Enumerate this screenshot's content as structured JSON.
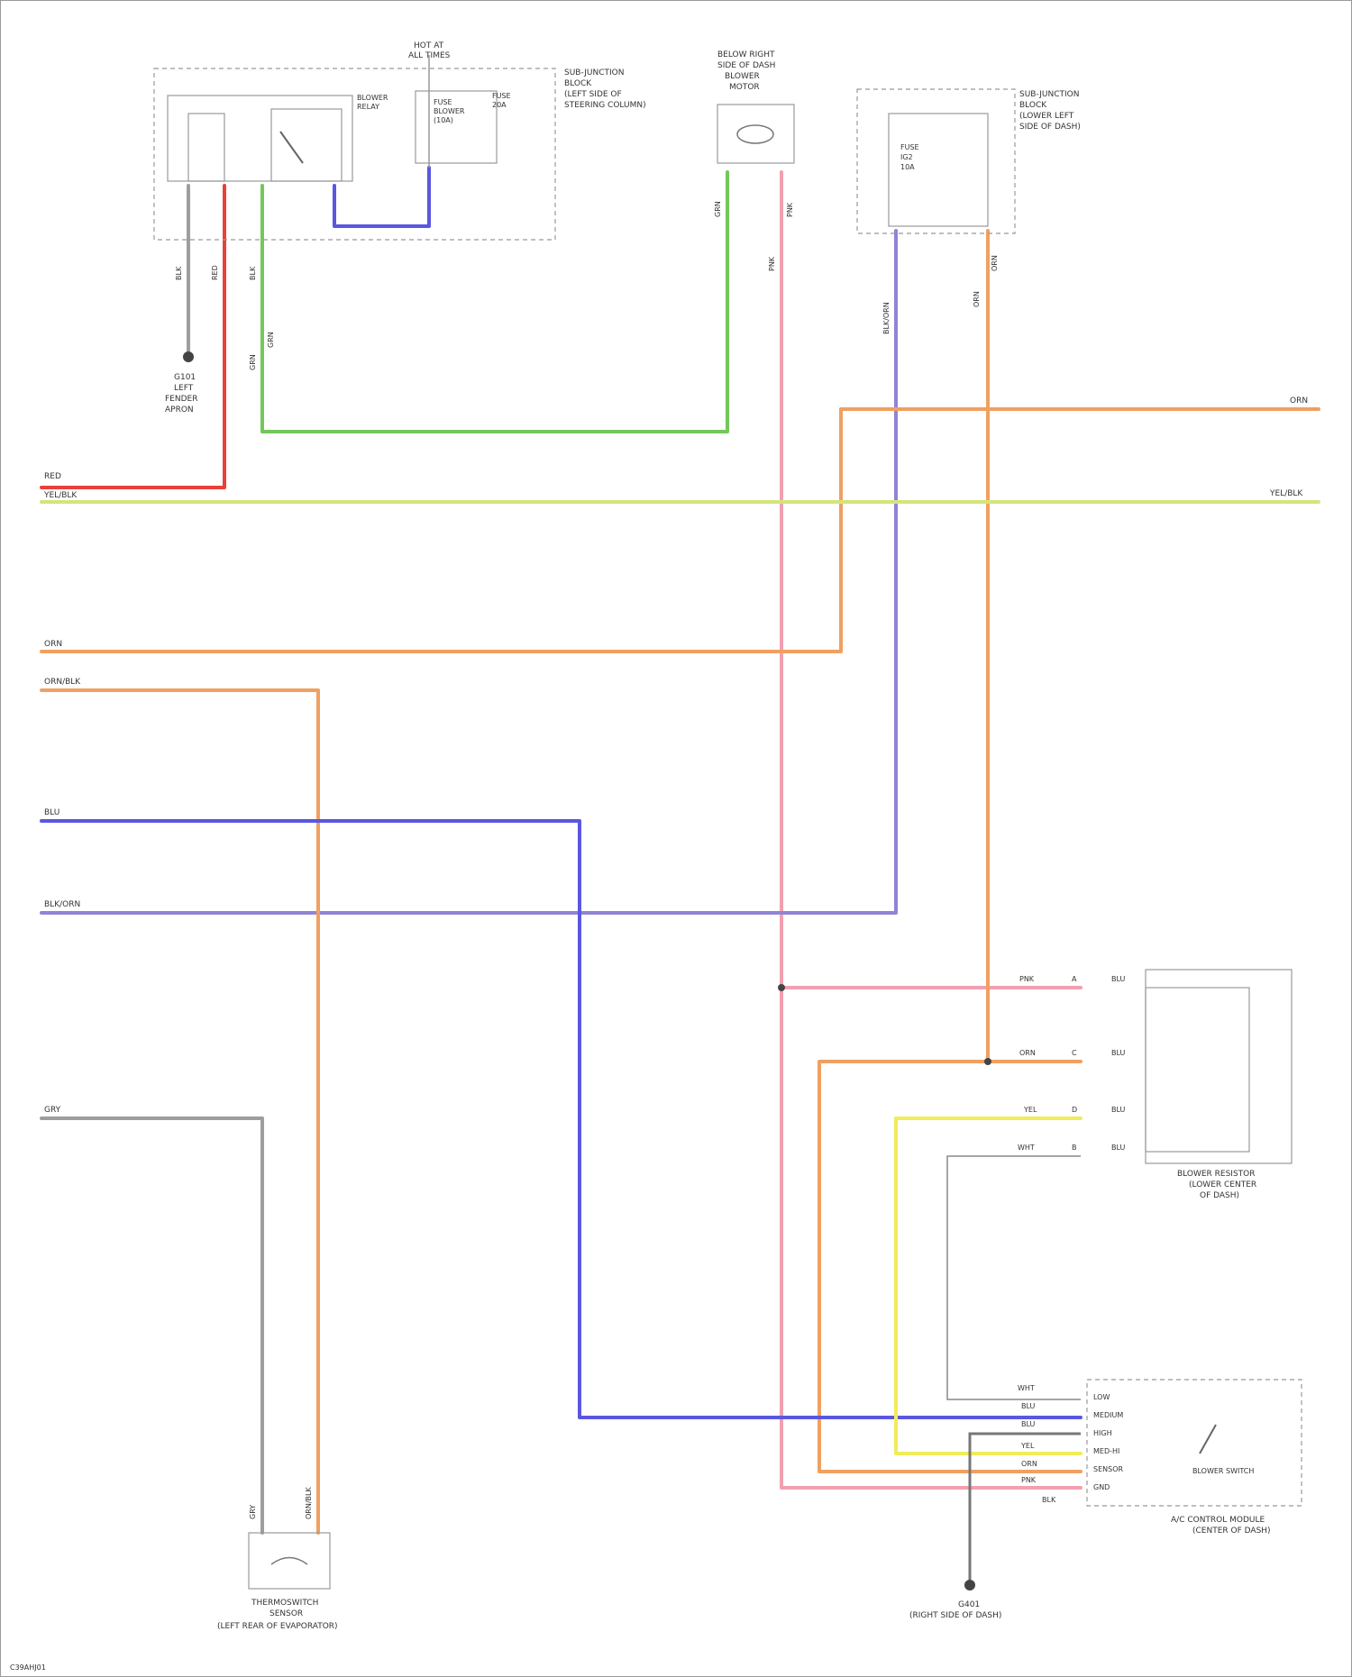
{
  "colors": {
    "red": "#e8413c",
    "gray": "#9e9e9e",
    "green": "#74c75a",
    "blue": "#5a57e0",
    "orange": "#f0a060",
    "pink": "#f2a0b0",
    "lightgreen": "#d4e57a",
    "yellow": "#f0ec5a",
    "violet": "#8f84d8"
  },
  "components": {
    "fuse": [
      "HOT AT",
      "ALL TIMES"
    ],
    "relay_box": [
      "SUB-JUNCTION",
      "BLOCK",
      "(LEFT SIDE OF",
      "STEERING COLUMN)"
    ],
    "relay_name": [
      "BLOWER",
      "RELAY"
    ],
    "fuse_small": [
      "FUSE",
      "BLOWER",
      "(10A)",
      "FUSE",
      "20A"
    ],
    "blower_motor": [
      "BELOW RIGHT",
      "SIDE OF DASH",
      "BLOWER",
      "MOTOR"
    ],
    "sub_junction_right": [
      "SUB-JUNCTION",
      "BLOCK",
      "(LOWER LEFT",
      "SIDE OF DASH)"
    ],
    "sub_junction_right_inner": [
      "FUSE",
      "IG2",
      "10A"
    ],
    "ground_left": [
      "G101",
      "LEFT",
      "FENDER",
      "APRON"
    ],
    "resistor_block": [
      "BLOWER RESISTOR",
      "(LOWER CENTER",
      "OF DASH)"
    ],
    "blower_switch": [
      "A/C CONTROL MODULE",
      "(CENTER OF DASH)"
    ],
    "blower_switch_label": "BLOWER SWITCH",
    "ground_bottom": [
      "G401",
      "(RIGHT SIDE OF DASH)"
    ],
    "thermo_switch": [
      "THERMOSWITCH",
      "SENSOR",
      "(LEFT REAR OF EVAPORATOR)"
    ],
    "footer": "C39AHJ01"
  },
  "left_labels": {
    "red": "RED",
    "lightgreen": "YEL/BLK",
    "orange": "ORN",
    "orange2": "ORN/BLK",
    "blue": "BLU",
    "violet": "BLK/ORN",
    "gray": "GRY"
  },
  "right_labels": {
    "orange": "ORN",
    "lightgreen": "YEL/BLK"
  },
  "wire_tags": {
    "relay_gray": "BLK",
    "relay_red": "RED",
    "relay_third": "BLK",
    "green_top": "GRN",
    "green_mid": "GRN",
    "motor_left": "GRN",
    "motor_right": "PNK",
    "motor_right2": "PNK",
    "subj_left": "BLK/ORN",
    "subj_right": "ORN",
    "subj_right2": "ORN",
    "thermo_left": "GRY",
    "thermo_right": "ORN/BLK"
  },
  "resistor_pins": [
    {
      "wire": "PNK",
      "pin": "A",
      "code": "BLU"
    },
    {
      "wire": "ORN",
      "pin": "C",
      "code": "BLU"
    },
    {
      "wire": "YEL",
      "pin": "D",
      "code": "BLU"
    },
    {
      "wire": "WHT",
      "pin": "B",
      "code": "BLU"
    }
  ],
  "switch_rows": [
    {
      "wire": "WHT",
      "label": "LOW"
    },
    {
      "wire": "BLU",
      "label": "MEDIUM"
    },
    {
      "wire": "BLU",
      "label": "HIGH"
    },
    {
      "wire": "YEL",
      "label": "MED-HI"
    },
    {
      "wire": "ORN",
      "label": "SENSOR"
    },
    {
      "wire": "PNK",
      "label": "GND"
    }
  ],
  "switch_bottom_tag": "BLK"
}
